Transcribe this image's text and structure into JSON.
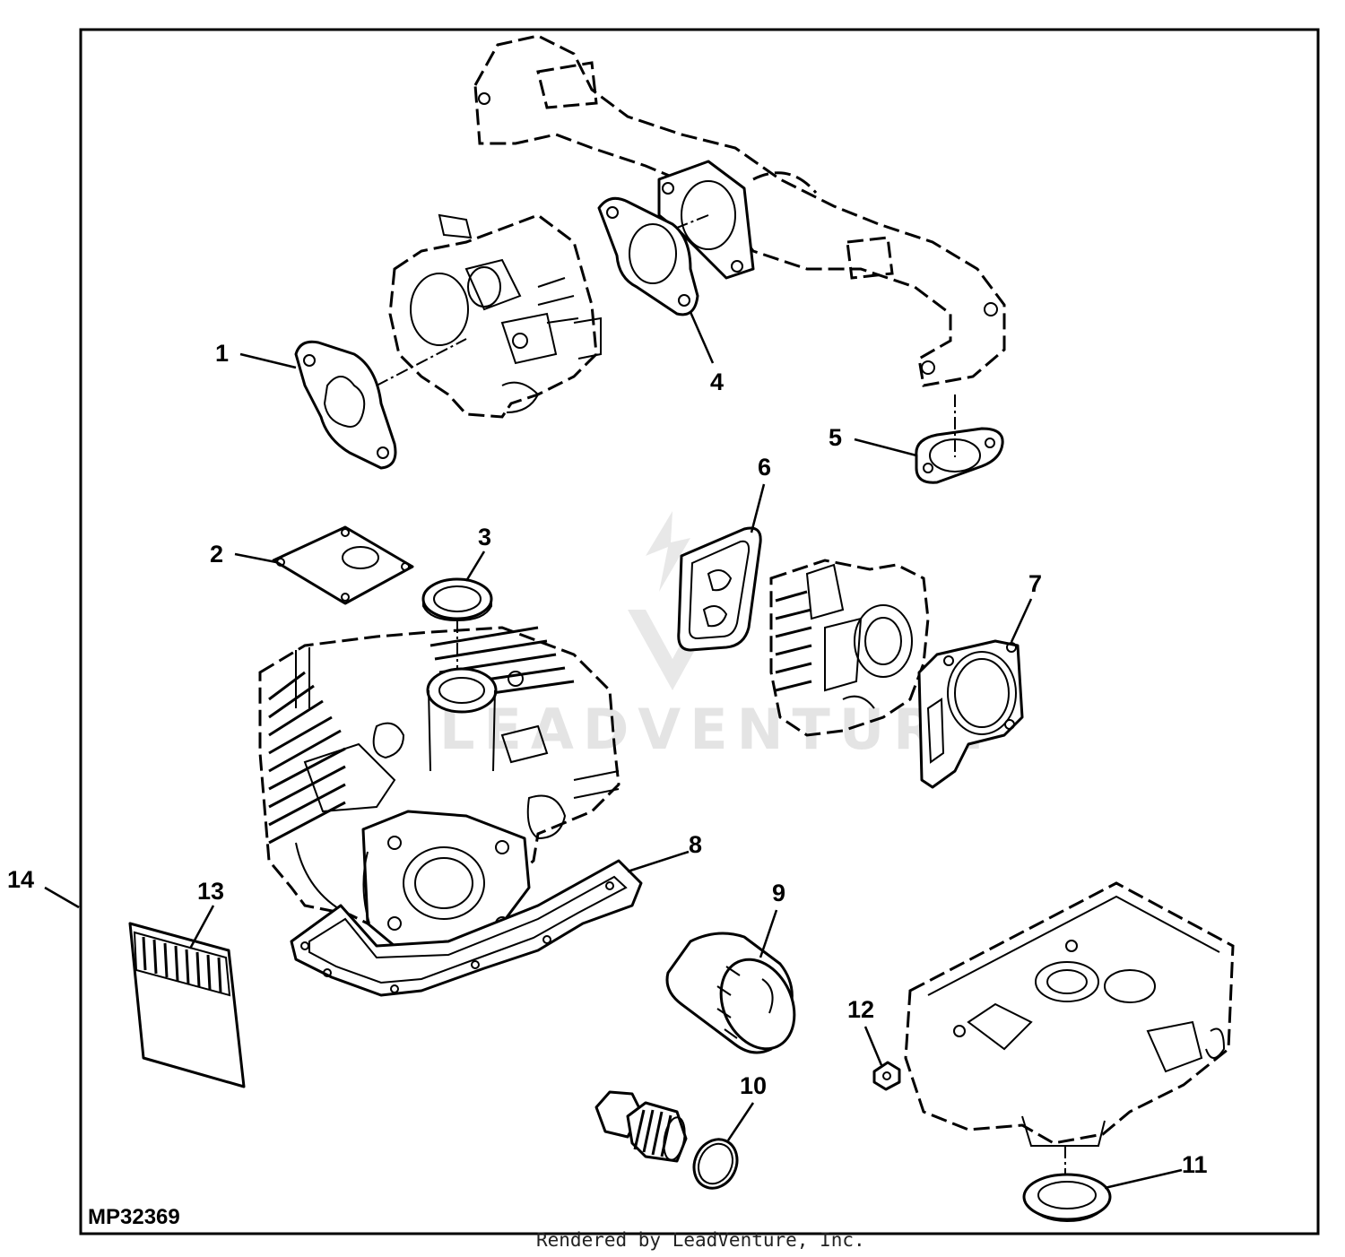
{
  "diagram": {
    "figure_id": "MP32369",
    "credit": "Rendered by LeadVenture, Inc.",
    "watermark": "LEADVENTURE",
    "callouts": [
      "1",
      "2",
      "3",
      "4",
      "5",
      "6",
      "7",
      "8",
      "9",
      "10",
      "11",
      "12",
      "13",
      "14"
    ]
  }
}
